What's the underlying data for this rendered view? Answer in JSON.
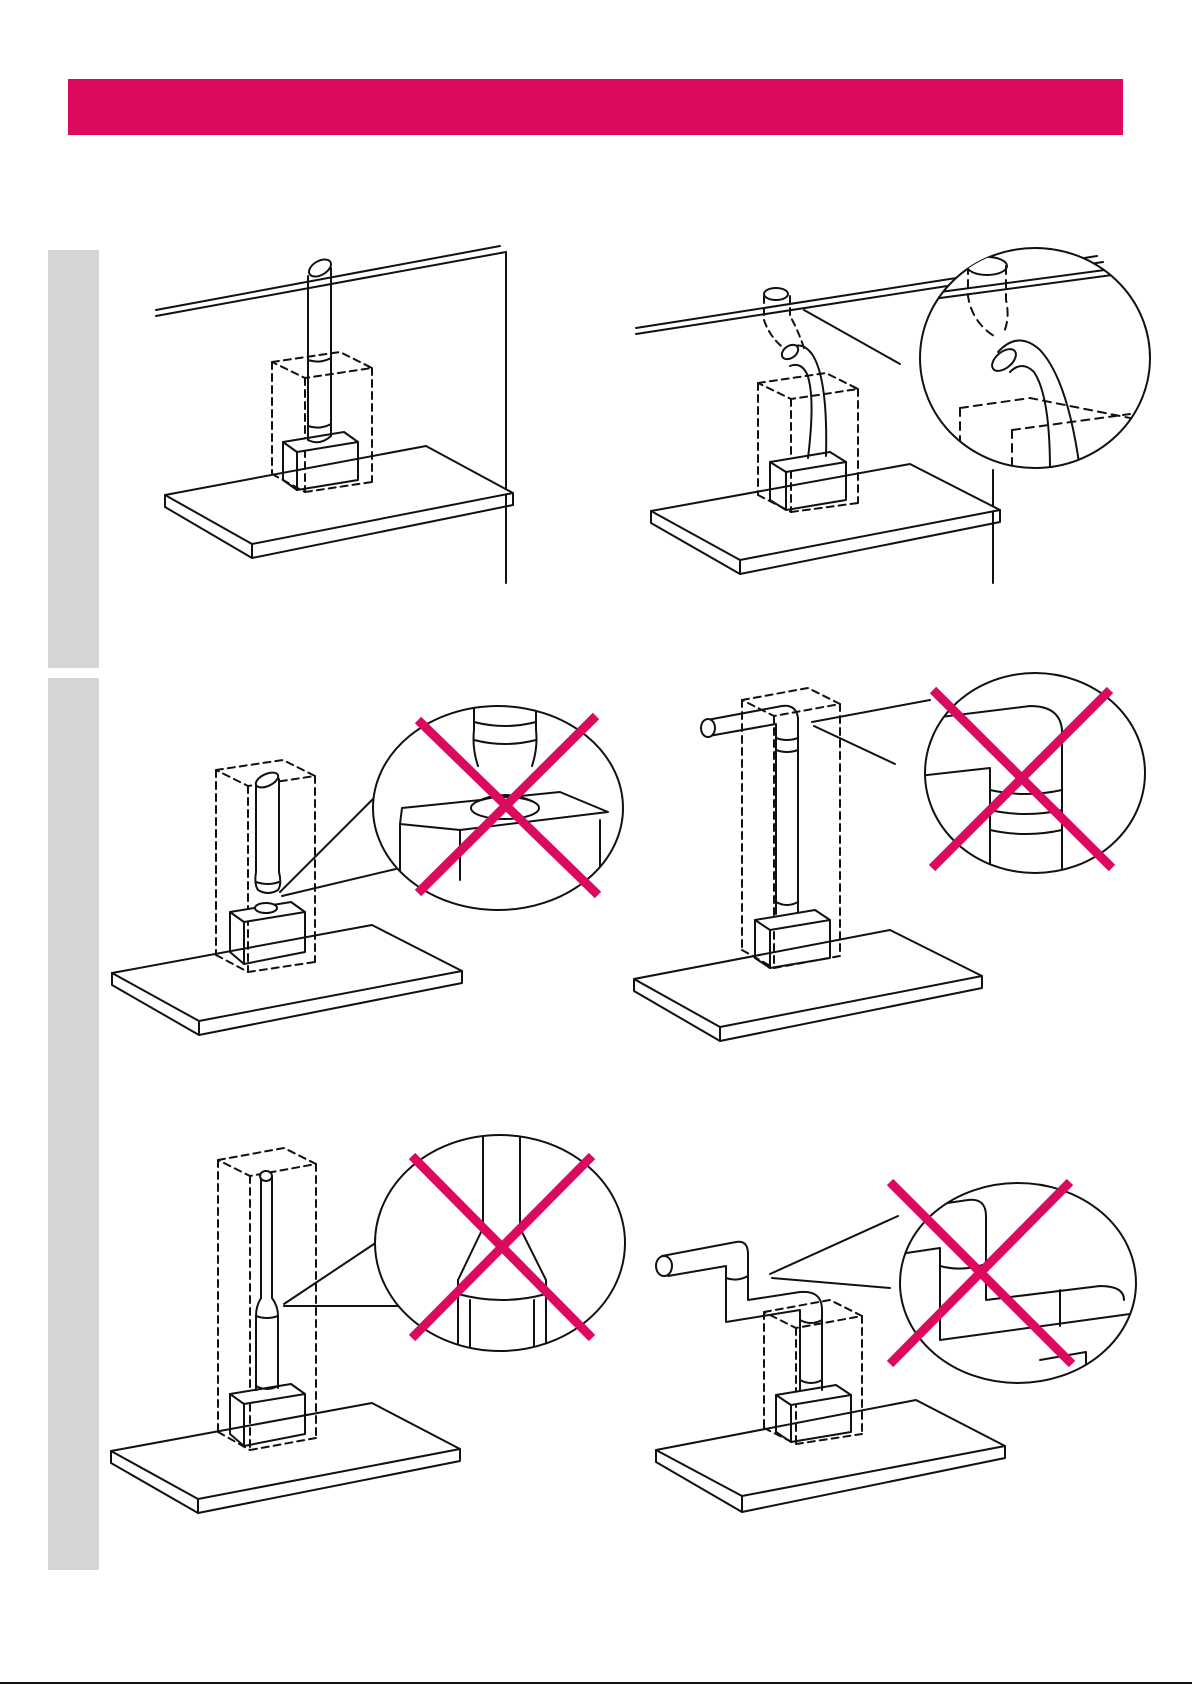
{
  "colors": {
    "accent": "#dc0a5e",
    "tab": "#d4d5d7",
    "line": "#111111"
  },
  "figures": [
    {
      "id": "correct-straight-duct",
      "status": "correct"
    },
    {
      "id": "correct-curved-duct-with-detail",
      "status": "correct"
    },
    {
      "id": "incorrect-reduced-connection",
      "status": "incorrect"
    },
    {
      "id": "incorrect-sharp-elbow",
      "status": "incorrect"
    },
    {
      "id": "incorrect-narrowed-duct",
      "status": "incorrect"
    },
    {
      "id": "incorrect-multiple-bends",
      "status": "incorrect"
    }
  ]
}
